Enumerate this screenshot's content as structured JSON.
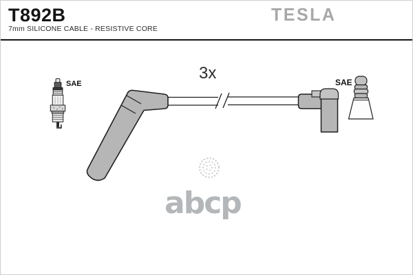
{
  "header": {
    "part_number": "T892B",
    "subtitle": "7mm SILICONE CABLE - RESISTIVE CORE",
    "brand": "TESLA"
  },
  "diagram": {
    "quantity_label": "3x",
    "left_connector_label": "SAE",
    "right_connector_label": "SAE",
    "left_connector_type": "spark-plug",
    "right_connector_type": "plug-terminal",
    "cable_ends": [
      "angled-boot",
      "elbow-boot"
    ]
  },
  "watermark": {
    "text": "abcp"
  },
  "colors": {
    "brand-gray": "#a8a8a8",
    "boot-gray": "#b6b6b6",
    "outline": "#1f1f1f",
    "rule": "#141414",
    "watermark-gray": "#b3b7b9",
    "watermark-circle": "#ccd0d3"
  }
}
